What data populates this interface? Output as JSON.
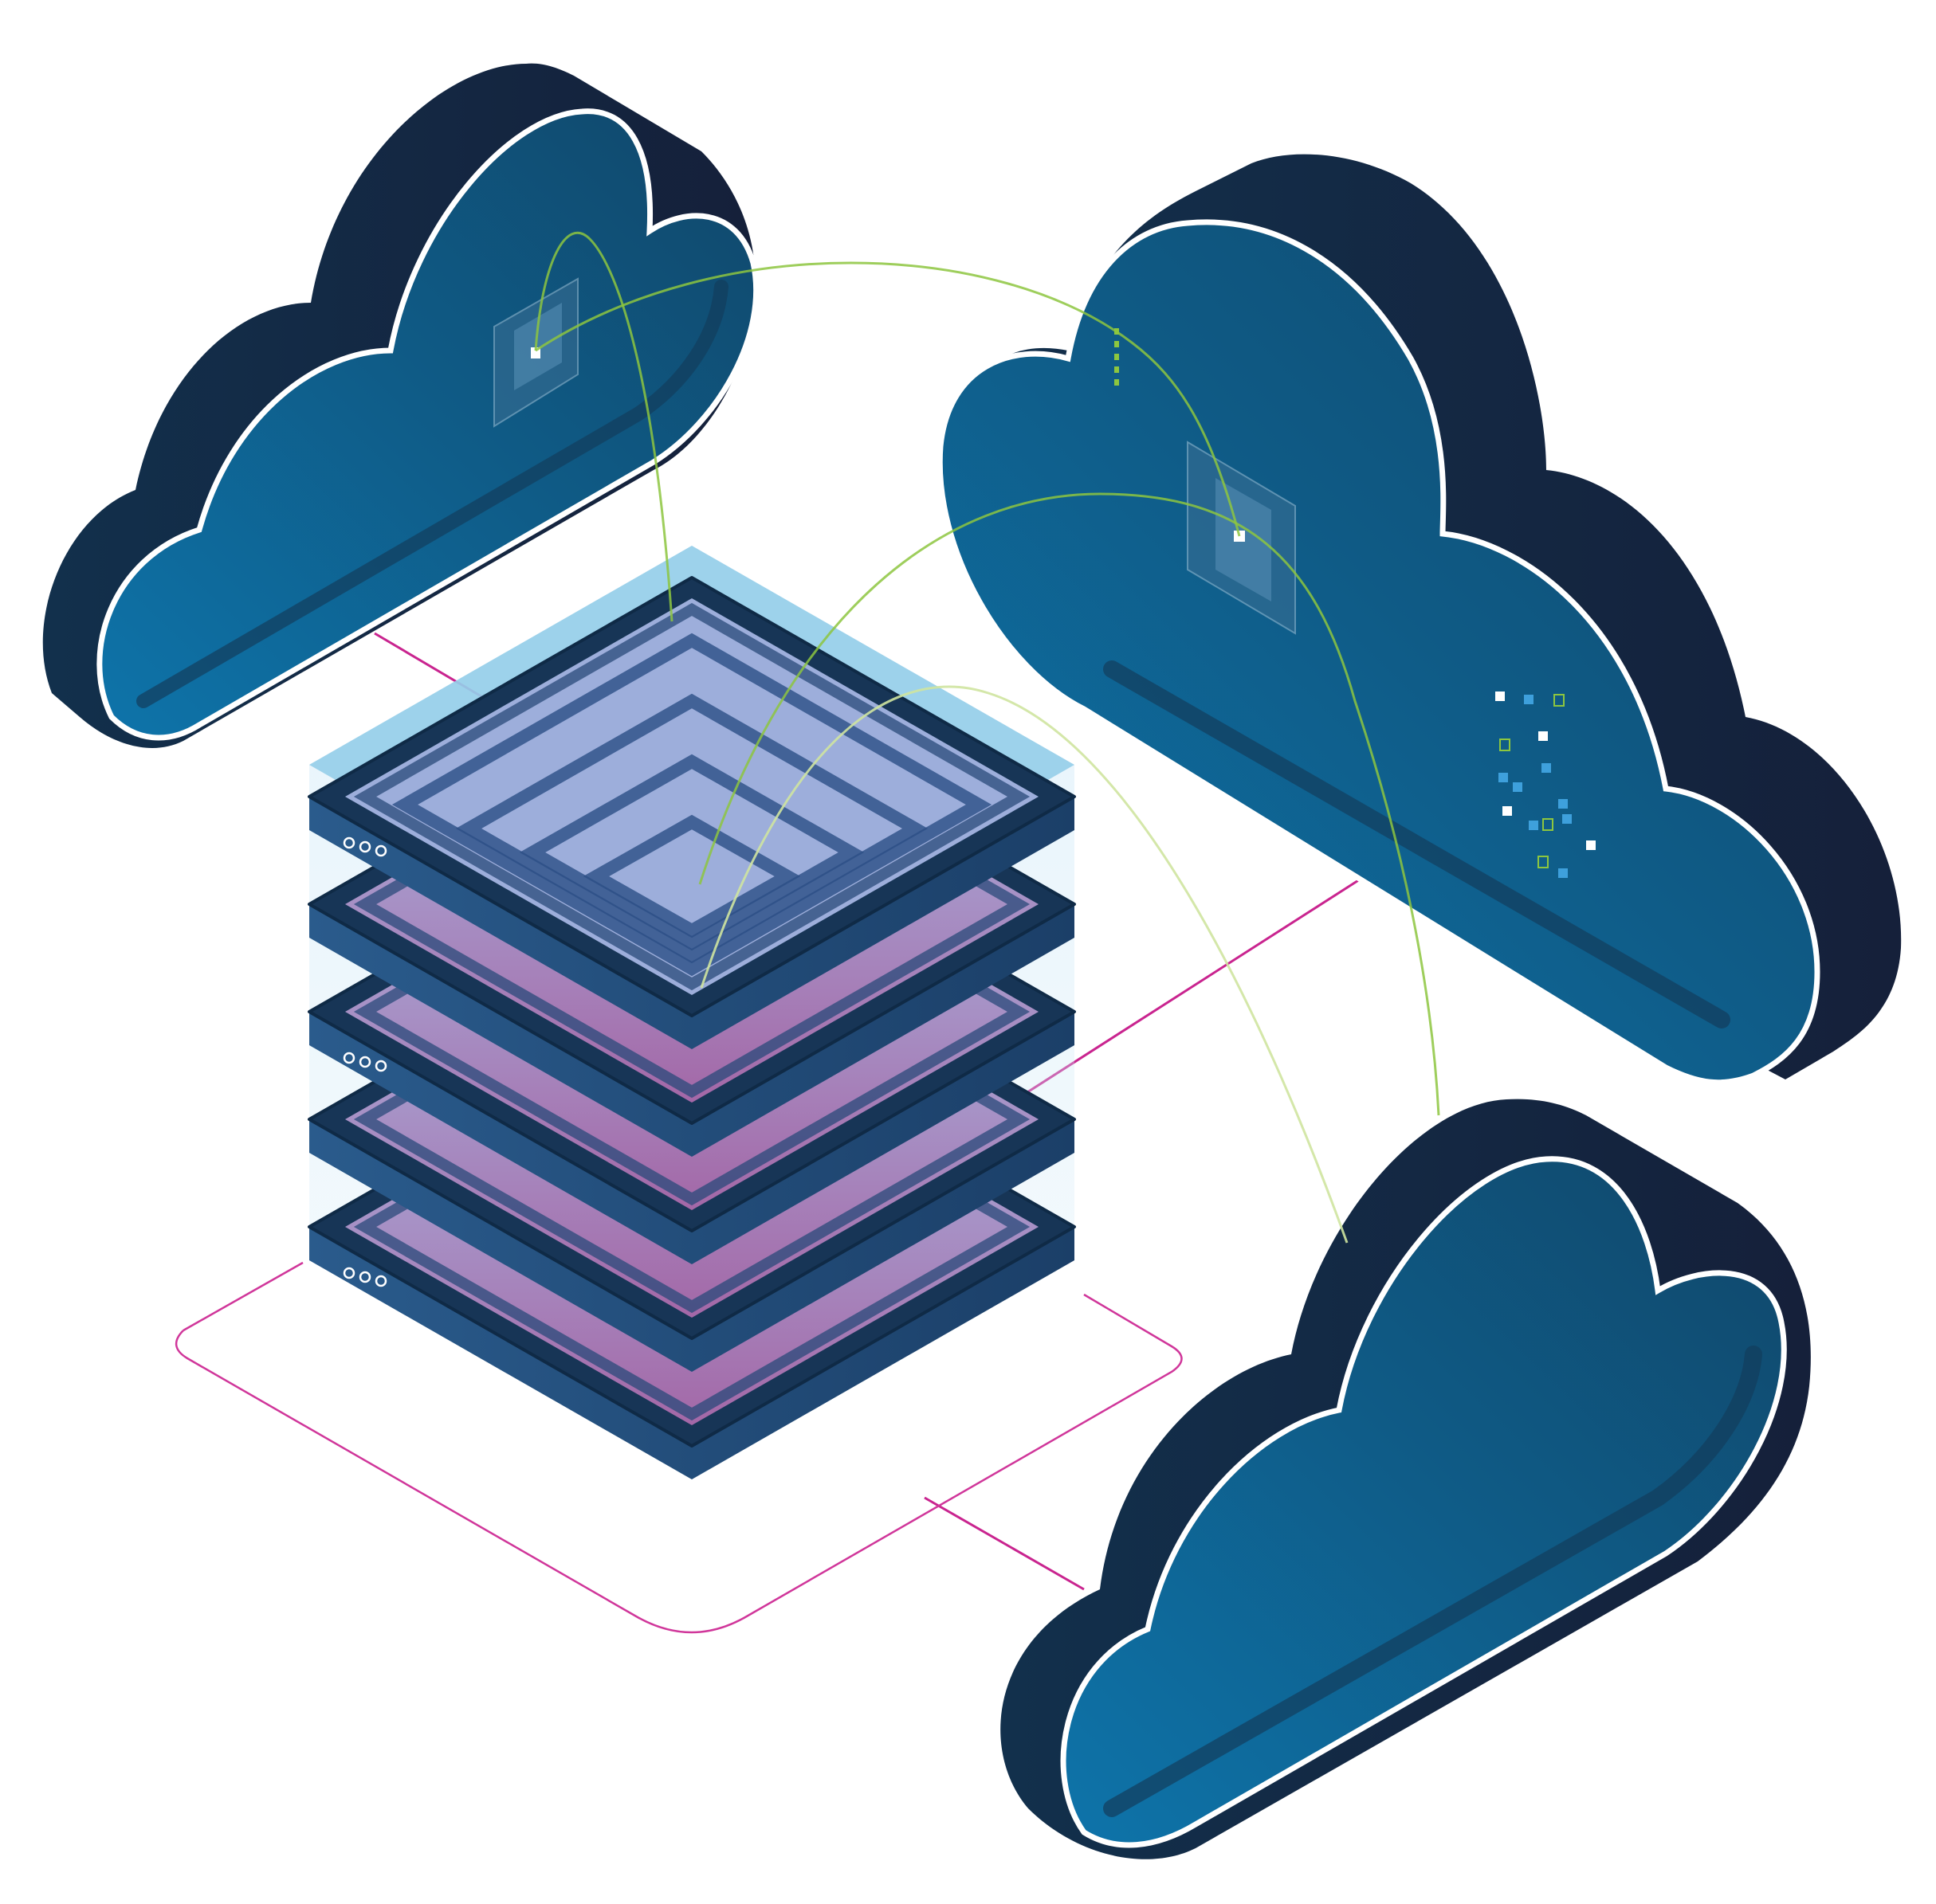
{
  "illustration": {
    "subject": "isometric-hybrid-cloud-server",
    "clouds": [
      {
        "id": "cloud-top-left",
        "chip": true,
        "dots": false
      },
      {
        "id": "cloud-top-right",
        "chip": true,
        "dots": true
      },
      {
        "id": "cloud-bottom-right",
        "chip": false,
        "dots": false
      }
    ],
    "server_layers": 5,
    "server_indicator_dots": 3,
    "colors": {
      "cloud_face": "#0f4f72",
      "cloud_face_light": "#0e73a8",
      "cloud_rim": "#0f6a98",
      "cloud_side_dark": "#12233a",
      "cloud_outline": "#ffffff",
      "server_frame": "#1f4e79",
      "server_frame_dark": "#173556",
      "server_fill_top": "#a9b8e6",
      "server_fill_core": "#b46fb0",
      "glass_cap": "#8fcbe8",
      "link_green": "#8dc63f",
      "link_magenta": "#c9248f",
      "base_outline": "#d0369a",
      "accent_blue": "#3ea0dc"
    }
  }
}
